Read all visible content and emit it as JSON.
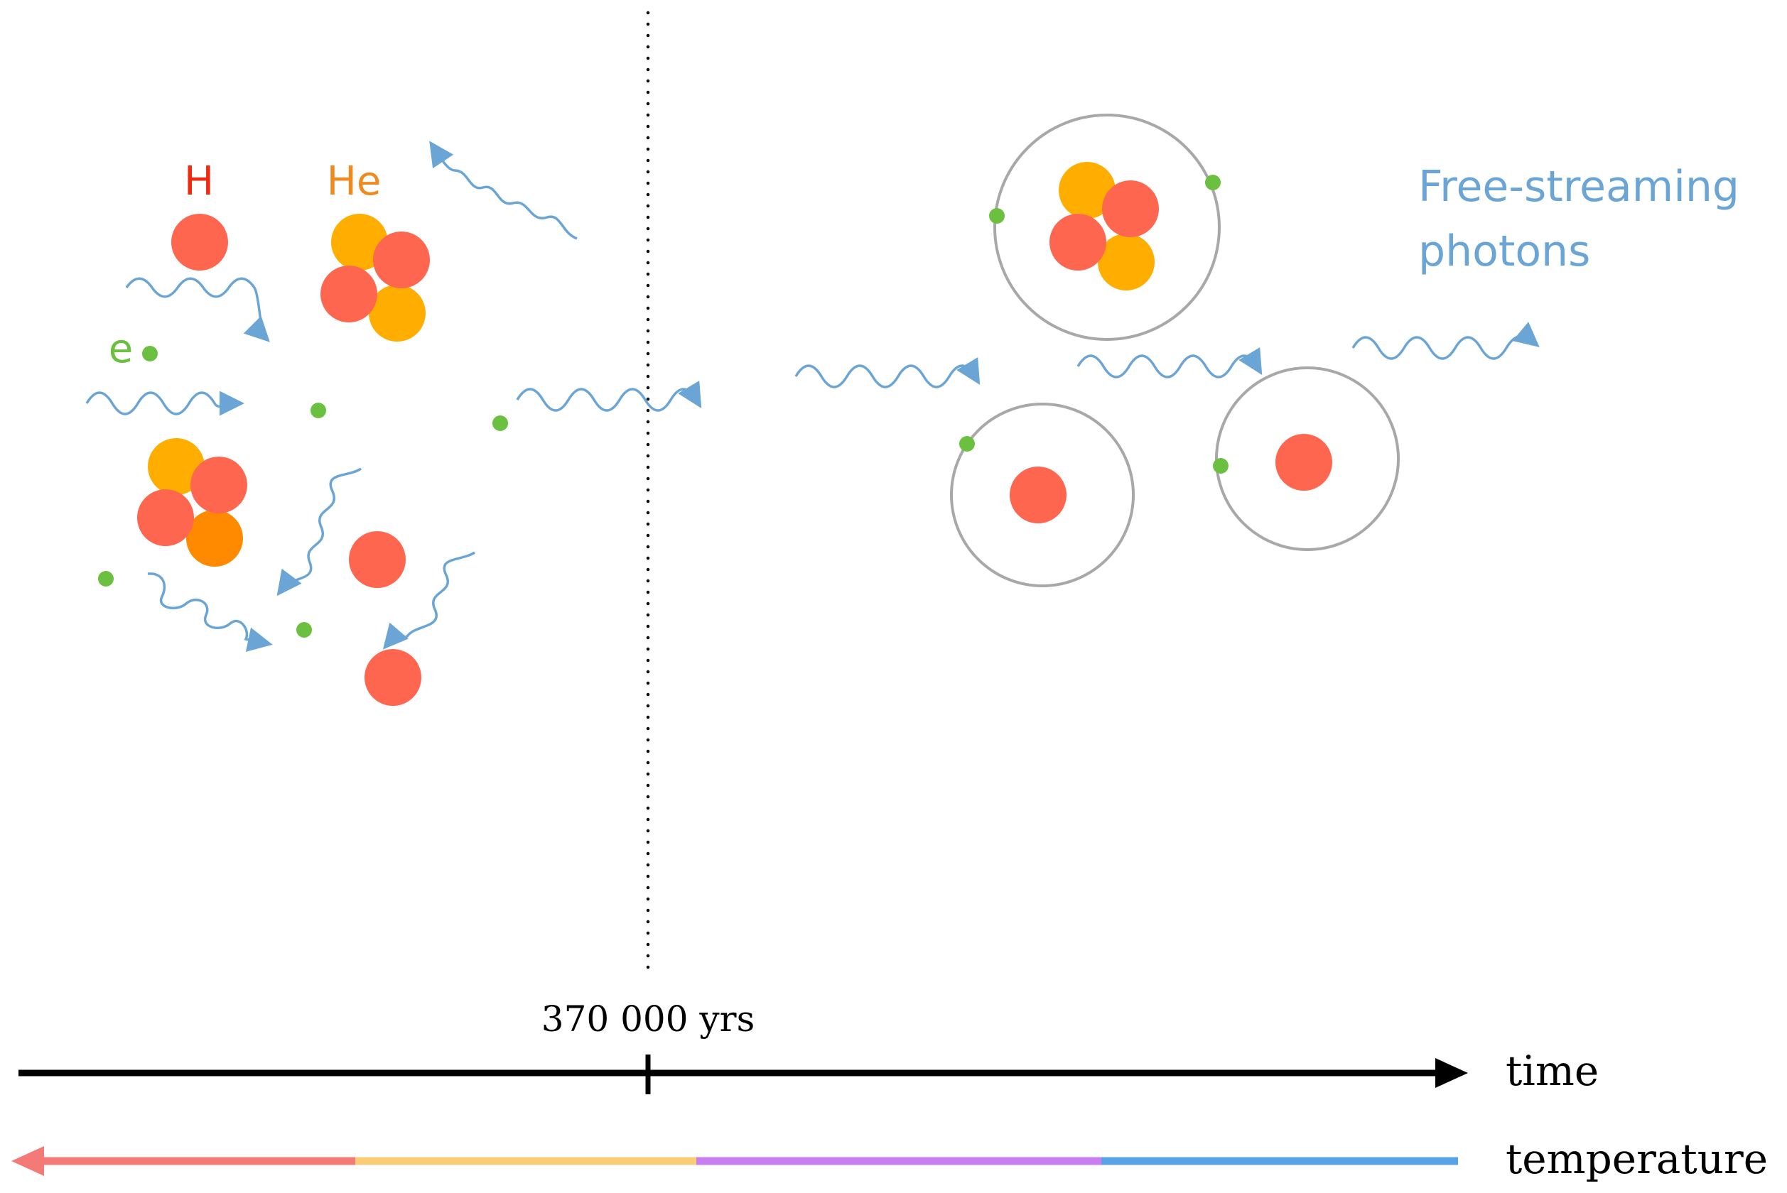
{
  "labels": {
    "hydrogen": "H",
    "helium": "He",
    "electron": "e",
    "free_streaming_line1": "Free-streaming",
    "free_streaming_line2": "photons",
    "epoch": "370 000 yrs",
    "time_axis": "time",
    "temperature_axis": "temperature"
  },
  "colors": {
    "proton": "#ff6650",
    "neutron": "#ffae00",
    "neutron_dark": "#ff8a00",
    "electron": "#6cc040",
    "photon": "#6aa5d6",
    "orbit": "#a8a8a8",
    "hydrogen_label": "#ee2a10",
    "helium_label": "#f08a20",
    "electron_label": "#6cc040",
    "free_streaming_label": "#6aa5d6",
    "axis": "#000000",
    "temperature_segments": [
      "#f47a78",
      "#f9cc78",
      "#c97ef0",
      "#58a2e8"
    ]
  },
  "icons": {
    "photon": "wavy-arrow-icon",
    "proton": "filled-circle-icon",
    "neutron": "filled-circle-icon",
    "electron": "dot-icon",
    "orbit": "ring-icon"
  }
}
